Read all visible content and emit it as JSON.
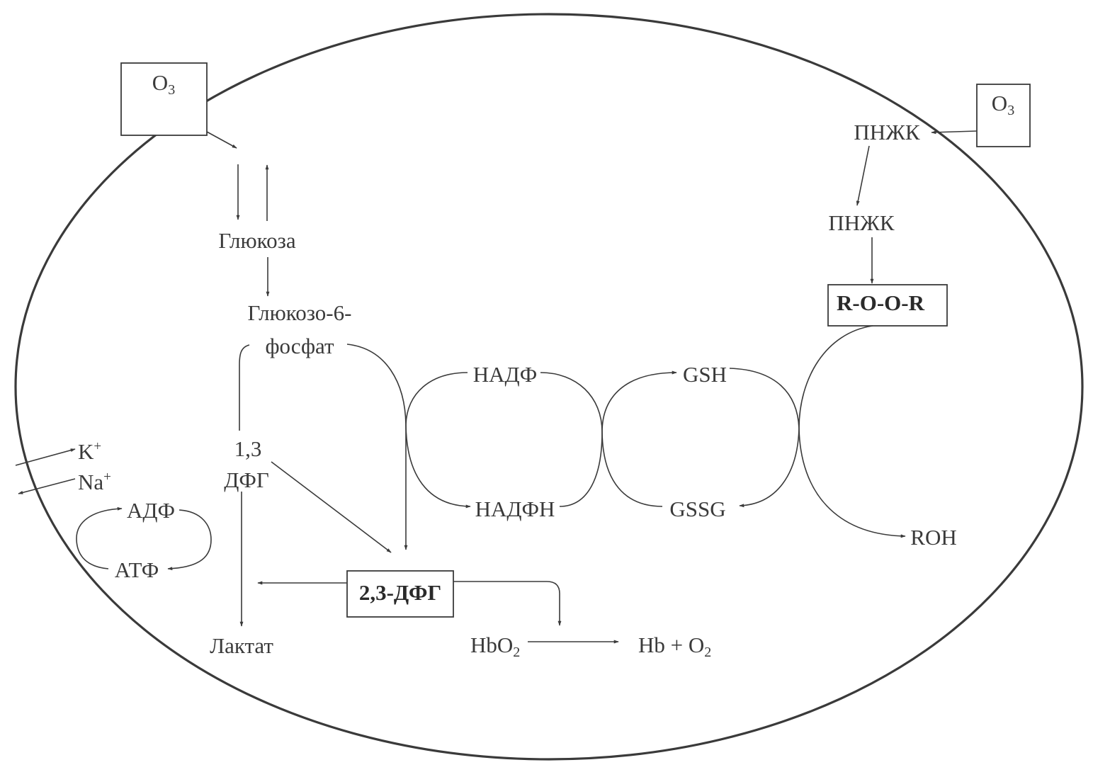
{
  "diagram": {
    "ozone_left": {
      "base": "O",
      "sub": "3"
    },
    "ozone_right": {
      "base": "O",
      "sub": "3"
    },
    "glucose": "Глюкоза",
    "g6p_line1": "Глюкозо-6-",
    "g6p_line2": "фосфат",
    "bpg13_line1": "1,3",
    "bpg13_line2": "ДФГ",
    "lactate": "Лактат",
    "bpg23": "2,3-ДФГ",
    "nadp": "НАДФ",
    "nadph": "НАДФН",
    "gsh": "GSH",
    "gssg": "GSSG",
    "roor": "R-O-O-R",
    "roh": "ROH",
    "pufa_top": "ПНЖК",
    "pufa_mid": "ПНЖК",
    "potassium": {
      "base": "K",
      "sup": "+"
    },
    "sodium": {
      "base": "Na",
      "sup": "+"
    },
    "adp": "АДФ",
    "atp": "АТФ",
    "hbo2": {
      "base": "HbO",
      "sub": "2"
    },
    "hb_o2": {
      "base": "Hb + O",
      "sub": "2"
    }
  }
}
